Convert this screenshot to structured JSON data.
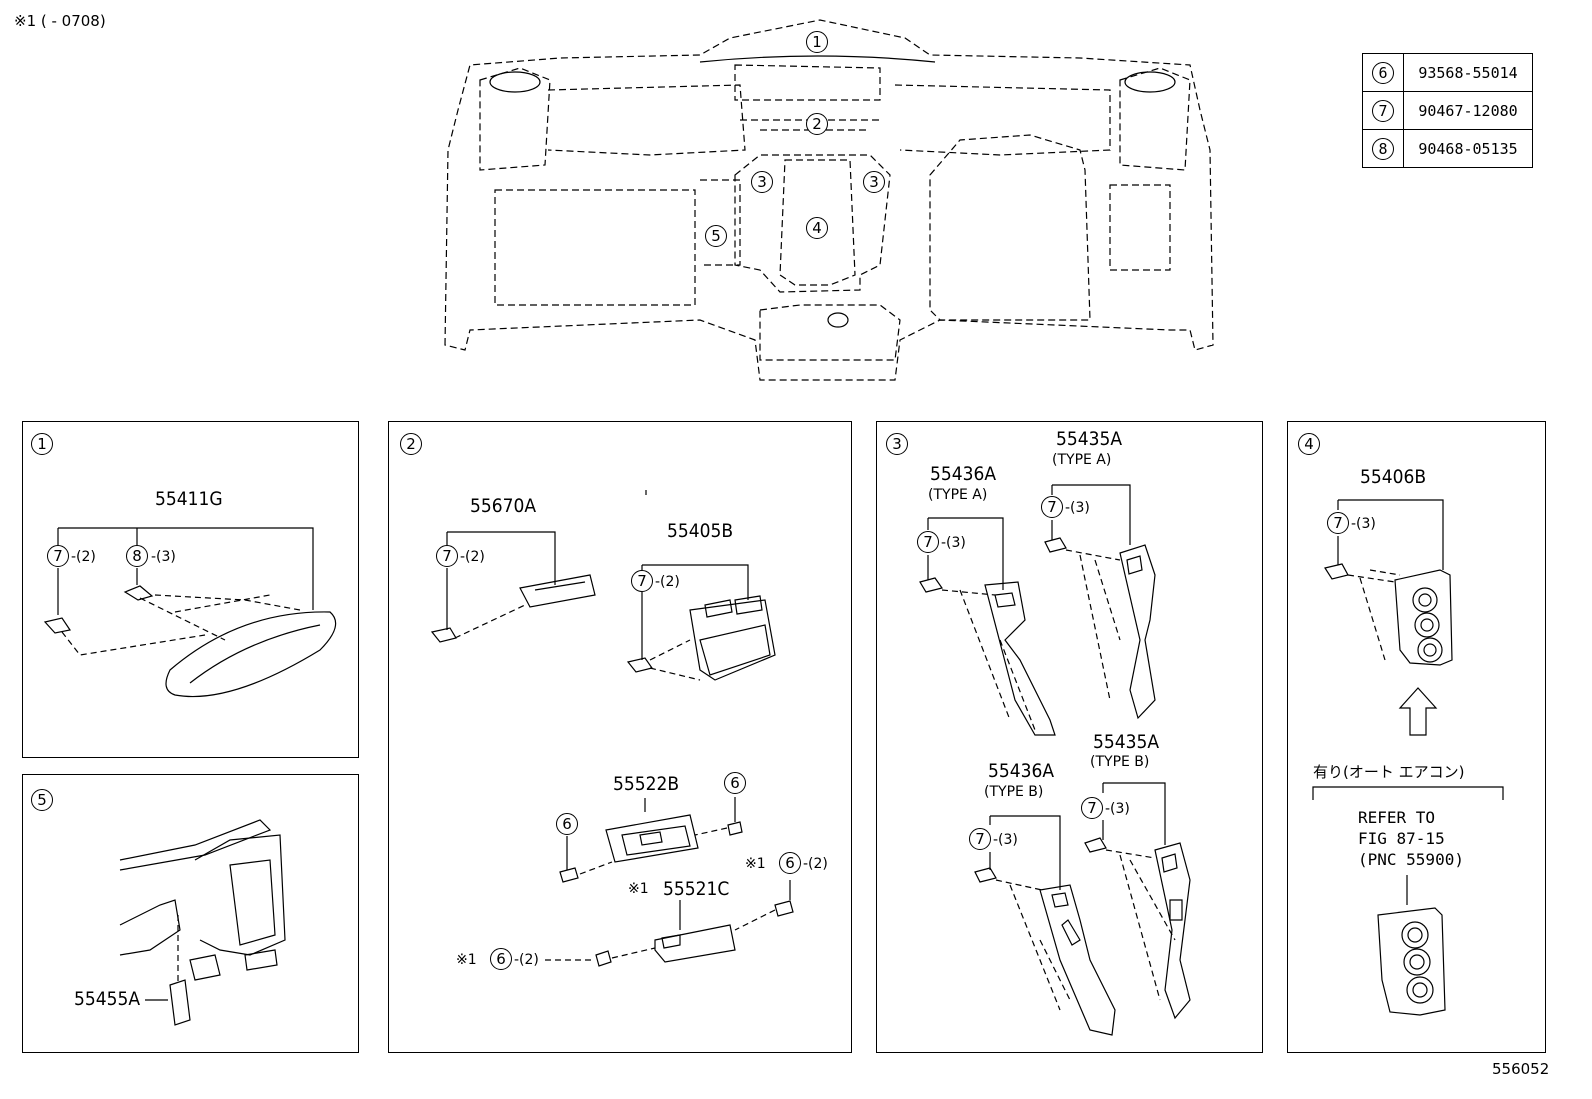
{
  "header_note": "※1 (      - 0708)",
  "figure_id": "556052",
  "overview_callouts": [
    "1",
    "2",
    "3",
    "3",
    "4",
    "5"
  ],
  "part_table": [
    {
      "ref": "6",
      "part_no": "93568-55014"
    },
    {
      "ref": "7",
      "part_no": "90467-12080"
    },
    {
      "ref": "8",
      "part_no": "90468-05135"
    }
  ],
  "panel1": {
    "num": "1",
    "part": "55411G",
    "c1": "7",
    "q1": "-(2)",
    "c2": "8",
    "q2": "-(3)"
  },
  "panel2": {
    "num": "2",
    "p1": "55670A",
    "p1c": "7",
    "p1q": "-(2)",
    "p2": "55405B",
    "p2c": "7",
    "p2q": "-(2)",
    "p3": "55522B",
    "p3c1": "6",
    "p3c2": "6",
    "p4": "55521C",
    "p4mark": "※1",
    "p4c1mark": "※1",
    "p4c1": "6",
    "p4c1q": "-(2)",
    "p4c2mark": "※1",
    "p4c2": "6",
    "p4c2q": "-(2)"
  },
  "panel3": {
    "num": "3",
    "a": {
      "part": "55436A",
      "type": "(TYPE A)",
      "c": "7",
      "q": "-(3)"
    },
    "b": {
      "part": "55435A",
      "type": "(TYPE A)",
      "c": "7",
      "q": "-(3)"
    },
    "c": {
      "part": "55436A",
      "type": "(TYPE B)",
      "c": "7",
      "q": "-(3)"
    },
    "d": {
      "part": "55435A",
      "type": "(TYPE B)",
      "c": "7",
      "q": "-(3)"
    }
  },
  "panel4": {
    "num": "4",
    "part": "55406B",
    "c": "7",
    "q": "-(3)",
    "cond": "有り(オート エアコン)",
    "refer1": "REFER TO",
    "refer2": "FIG 87-15",
    "refer3": "(PNC 55900)"
  },
  "panel5": {
    "num": "5",
    "part": "55455A"
  }
}
